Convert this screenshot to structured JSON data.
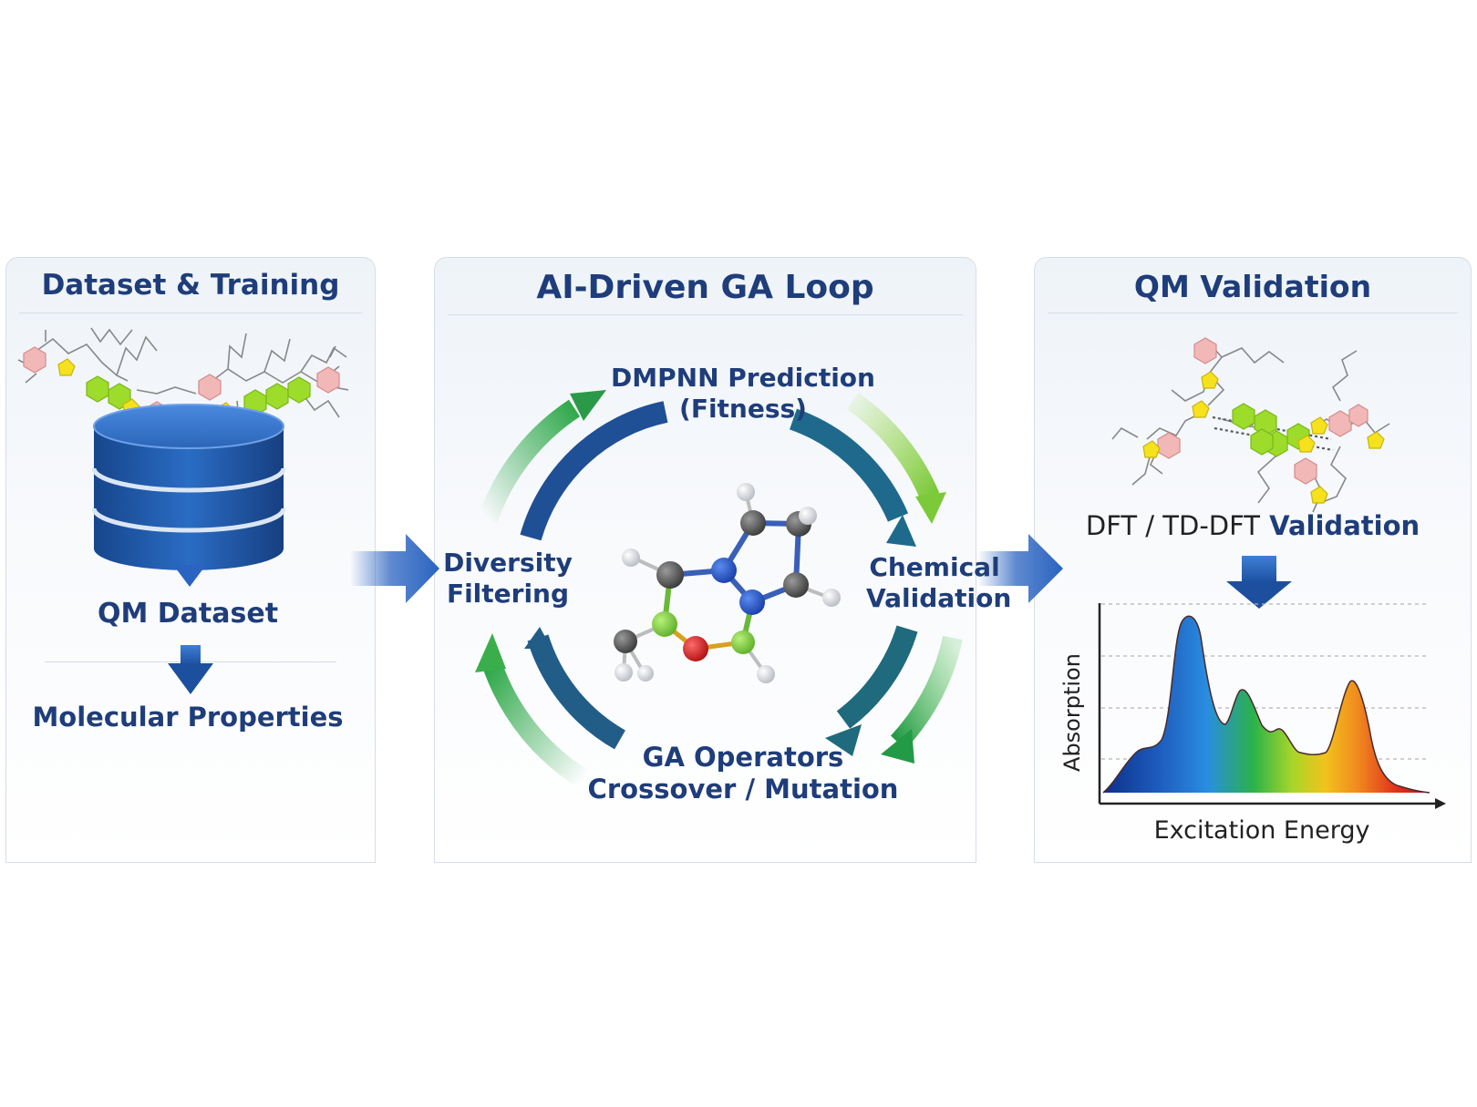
{
  "panels": {
    "left": {
      "title": "Dataset & Training",
      "dataset_label": "QM Dataset",
      "properties_label": "Molecular Properties"
    },
    "center": {
      "title": "AI-Driven GA Loop",
      "prediction_label": "DMPNN Prediction",
      "prediction_sub": "(Fitness)",
      "chemical_label": "Chemical",
      "validation_label": "Validation",
      "ga_label": "GA Operators",
      "ga_sub": "Crossover / Mutation",
      "diversity_label": "Diversity",
      "filtering_label": "Filtering"
    },
    "right": {
      "title": "QM Validation",
      "dft_prefix": "DFT / TD-DFT",
      "dft_suffix": "Validation",
      "ylabel": "Absorption",
      "xlabel": "Excitation Energy"
    }
  },
  "colors": {
    "title": "#1e3d7a",
    "database": "#1f5aa8",
    "arrow_blue": "#2a63c0",
    "loop_dark": "#1f5c8f",
    "loop_green": "#2fa84a",
    "chain_green": "#9ddc2a",
    "ring_pink": "#f2b8b8",
    "thiophene_yellow": "#f5e21c"
  }
}
